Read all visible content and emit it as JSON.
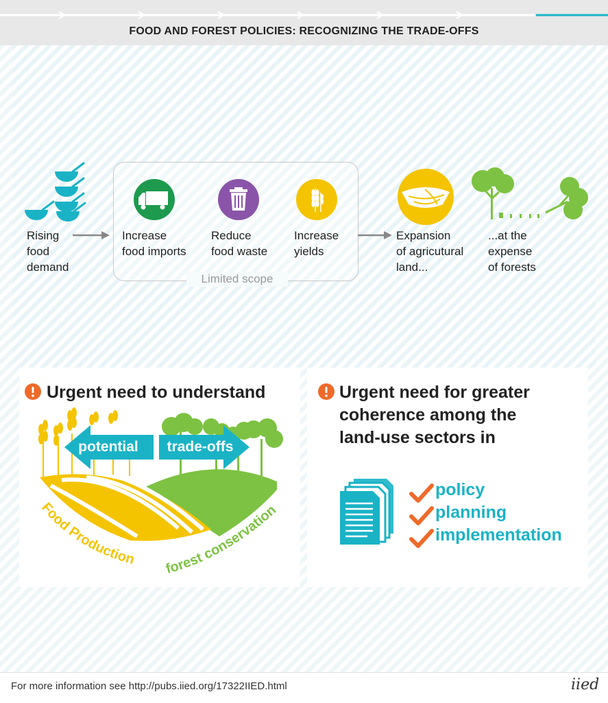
{
  "header": {
    "title": "FOOD AND FOREST POLICIES: RECOGNIZING THE TRADE-OFFS"
  },
  "flow": {
    "rising": [
      "Rising",
      "food",
      "demand"
    ],
    "imports": [
      "Increase",
      "food imports"
    ],
    "waste": [
      "Reduce",
      "food waste"
    ],
    "yields": [
      "Increase",
      "yields"
    ],
    "expansion": [
      "Expansion",
      "of agricutural",
      "land..."
    ],
    "forests": [
      "...at the",
      "expense",
      "of forests"
    ],
    "scope": "Limited scope"
  },
  "left_card": {
    "heading": "Urgent need to understand",
    "arrow_left": "potential",
    "arrow_right": "trade-offs",
    "food_label": "Food Production",
    "forest_label": "forest conservation"
  },
  "right_card": {
    "heading": [
      "Urgent need for greater",
      "coherence among the",
      "land-use sectors in"
    ],
    "checks": [
      "policy",
      "planning",
      "implementation"
    ]
  },
  "footer": {
    "text": "For more information see http://pubs.iied.org/17322IIED.html",
    "brand": "iied"
  },
  "colors": {
    "teal": "#1ab3c6",
    "green": "#7dc242",
    "yellow": "#f4c400",
    "purple": "#8a55a8",
    "dark_green": "#1d9a4d",
    "orange": "#ee6a2a"
  }
}
